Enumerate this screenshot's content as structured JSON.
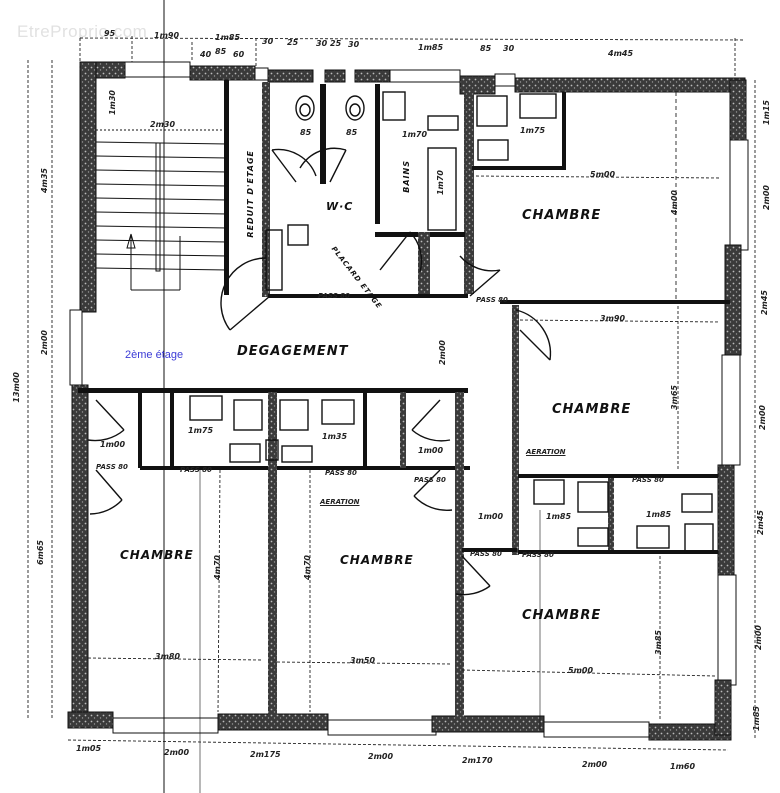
{
  "watermark": "EtreProprio.com",
  "floor_label": "2ème étage",
  "floor_label_color": "#3b3bd6",
  "rooms": {
    "degagement": "DEGAGEMENT",
    "wc": "W·C",
    "bains": "BAINS",
    "placard_etage": "PLACARD ETAGE",
    "reduit_etage": "REDUIT D'ETAGE",
    "chambre_top_right": "CHAMBRE",
    "chambre_mid_right": "CHAMBRE",
    "chambre_bottom_left": "CHAMBRE",
    "chambre_bottom_center": "CHAMBRE",
    "chambre_bottom_right": "CHAMBRE"
  },
  "annotations": {
    "aeration_center": "AERATION",
    "aeration_right": "AERATION",
    "pass80": "PASS 80"
  },
  "dimensions": {
    "top": [
      "95",
      "1m90",
      "1m85",
      "40",
      "85",
      "60",
      "30",
      "25",
      "30",
      "25",
      "30",
      "1m85",
      "85",
      "30",
      "4m45"
    ],
    "bottom": [
      "1m05",
      "2m00",
      "2m175",
      "2m00",
      "2m170",
      "2m00",
      "1m60"
    ],
    "left_total": "13m00",
    "left_parts": [
      "4m35",
      "2m00",
      "6m65"
    ],
    "right": [
      "1m15",
      "2m00",
      "2m45",
      "2m00",
      "2m45",
      "2m00",
      "1m85"
    ],
    "interior": {
      "stair_top": "1m30",
      "stair_width": "2m30",
      "chambre_top_right_width": "5m00",
      "chambre_top_right_depth": "4m00",
      "sdb_top_right": "1m75",
      "chambre_mid_right_width": "3m90",
      "chambre_mid_right_depth": "3m65",
      "chambre_bottom_left_width": "3m80",
      "chambre_bottom_left_depth": "4m70",
      "chambre_bottom_center_width": "3m50",
      "chambre_bottom_center_depth": "4m70",
      "chambre_bottom_right_width": "5m00",
      "chambre_bottom_right_depth": "3m85",
      "degagement_depth": "2m00",
      "sdb_left": "1m75",
      "sdb_center": "1m35",
      "sdb_right_a": "1m85",
      "sdb_right_b": "1m85",
      "passage_a": "1m00",
      "passage_b": "1m00",
      "passage_c": "1m00",
      "wc_width_a": "85",
      "wc_width_b": "85",
      "bains_width": "1m70",
      "bains_len": "1m70"
    }
  }
}
